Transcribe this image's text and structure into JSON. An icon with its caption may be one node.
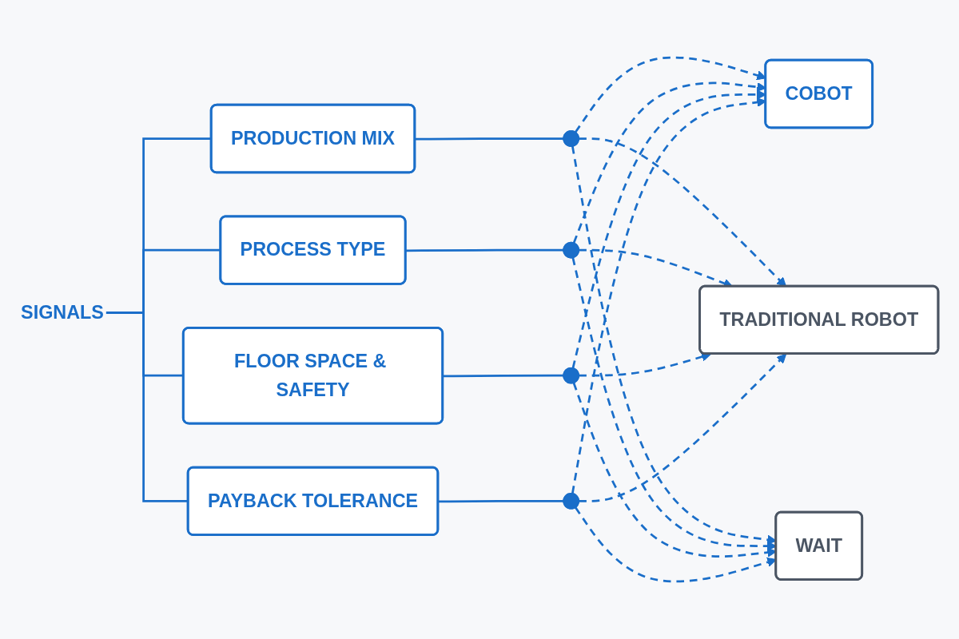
{
  "diagram": {
    "nodes": [
      {
        "text": [
          "SIGNALS"
        ]
      },
      {
        "text": [
          "PRODUCTION MIX"
        ]
      },
      {
        "text": [
          "PROCESS TYPE"
        ]
      },
      {
        "text": [
          "FLOOR SPACE & SAFETY"
        ]
      },
      {
        "text": [
          "PAYBACK TOLERANCE"
        ]
      },
      {
        "text": [],
        "shape": "circle"
      },
      {
        "text": [],
        "shape": "circle"
      },
      {
        "text": [],
        "shape": "circle"
      },
      {
        "text": [],
        "shape": "circle"
      },
      {
        "text": [
          "COBOT"
        ]
      },
      {
        "text": [
          "TRADITIONAL ROBOT"
        ]
      },
      {
        "text": [
          "WAIT"
        ]
      }
    ],
    "edges": [
      {
        "from": 0,
        "to": 1,
        "arrow": "none"
      },
      {
        "from": 0,
        "to": 2,
        "arrow": "none"
      },
      {
        "from": 0,
        "to": 3,
        "arrow": "none"
      },
      {
        "from": 0,
        "to": 4,
        "arrow": "none"
      },
      {
        "from": 1,
        "to": 5,
        "arrow": "none"
      },
      {
        "from": 2,
        "to": 6,
        "arrow": "none"
      },
      {
        "from": 3,
        "to": 7,
        "arrow": "none"
      },
      {
        "from": 4,
        "to": 8,
        "arrow": "none"
      },
      {
        "from": 5,
        "to": 9,
        "arrow": "to",
        "style": "dashed"
      },
      {
        "from": 5,
        "to": 10,
        "arrow": "to",
        "style": "dashed"
      },
      {
        "from": 5,
        "to": 11,
        "arrow": "to",
        "style": "dashed"
      },
      {
        "from": 6,
        "to": 9,
        "arrow": "to",
        "style": "dashed"
      },
      {
        "from": 6,
        "to": 10,
        "arrow": "to",
        "style": "dashed"
      },
      {
        "from": 6,
        "to": 11,
        "arrow": "to",
        "style": "dashed"
      },
      {
        "from": 7,
        "to": 9,
        "arrow": "to",
        "style": "dashed"
      },
      {
        "from": 7,
        "to": 10,
        "arrow": "to",
        "style": "dashed"
      },
      {
        "from": 7,
        "to": 11,
        "arrow": "to",
        "style": "dashed"
      },
      {
        "from": 8,
        "to": 9,
        "arrow": "to",
        "style": "dashed"
      },
      {
        "from": 8,
        "to": 10,
        "arrow": "to",
        "style": "dashed"
      },
      {
        "from": 8,
        "to": 11,
        "arrow": "to",
        "style": "dashed"
      }
    ]
  }
}
